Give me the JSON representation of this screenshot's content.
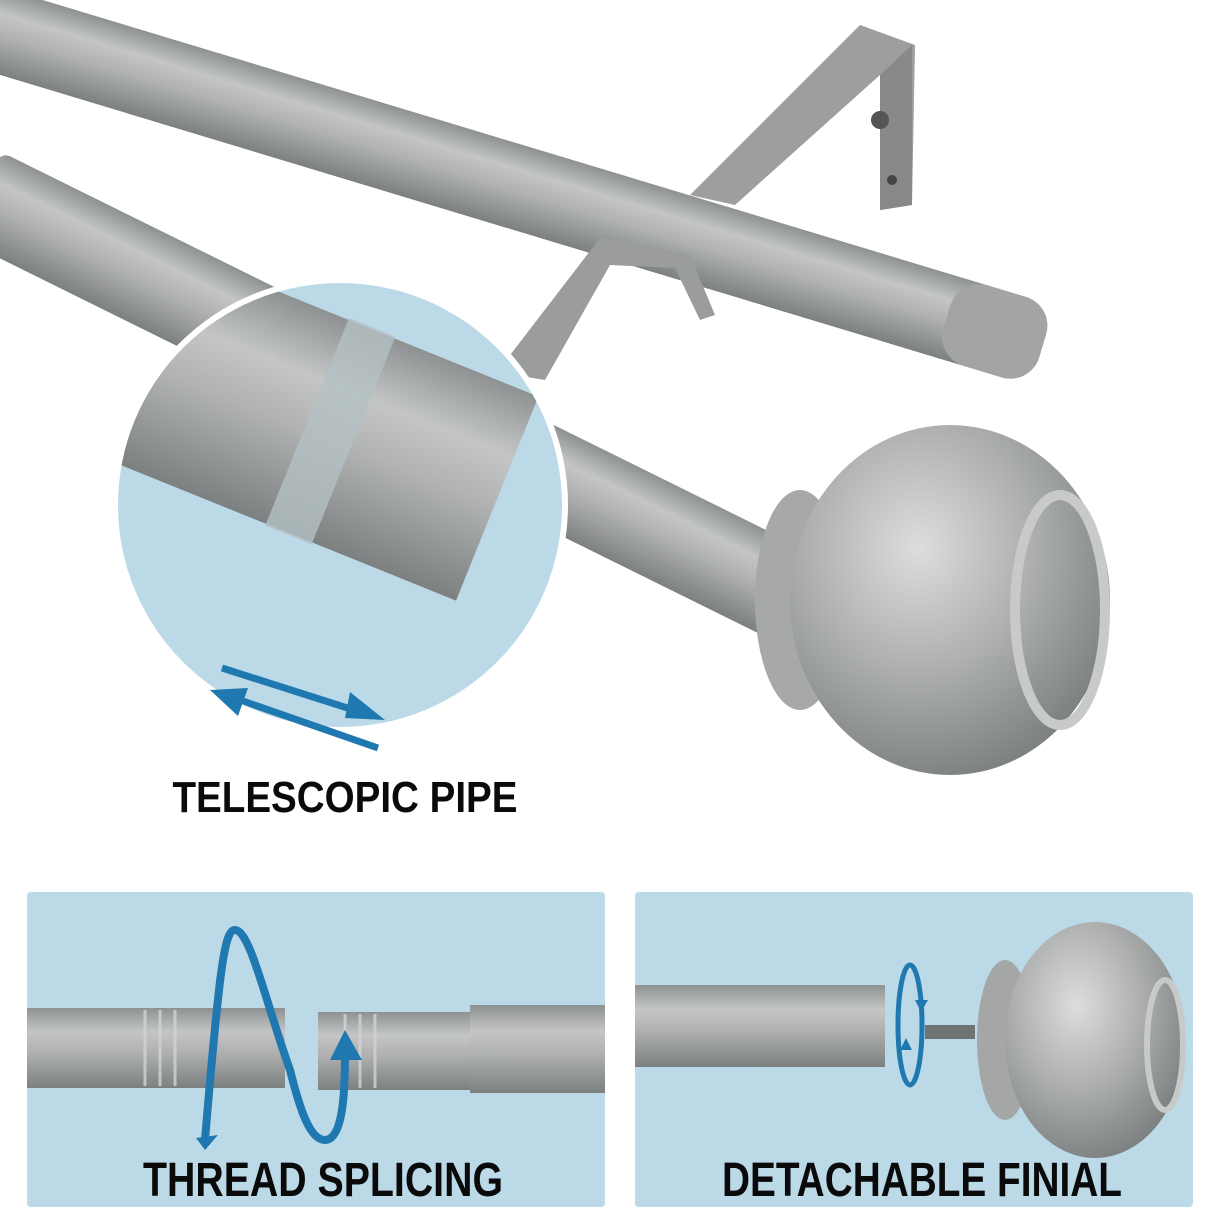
{
  "labels": {
    "telescopic": "TELESCOPIC PIPE",
    "thread": "THREAD SPLICING",
    "finial": "DETACHABLE FINIAL"
  },
  "colors": {
    "panel_bg": "#bcd9e8",
    "arrow": "#1f79b0",
    "metal": "#a9abab",
    "text": "#0a0a0a"
  },
  "icons": [
    "swap-arrows-icon",
    "spiral-arrow-icon",
    "rotate-arrow-icon"
  ]
}
